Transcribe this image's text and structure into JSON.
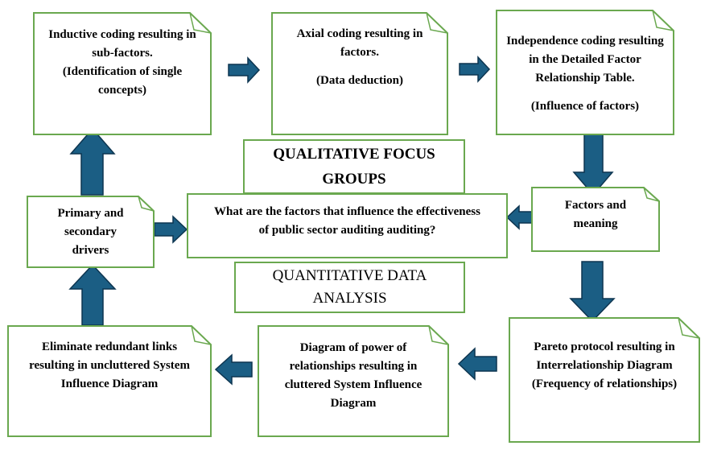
{
  "theme": {
    "border_color": "#6aa84f",
    "arrow_fill": "#1b5e84",
    "arrow_stroke": "#0d3550"
  },
  "boxes": {
    "inductive": {
      "line1": "Inductive coding resulting in sub-factors.",
      "line2": "(Identification of single concepts)"
    },
    "axial": {
      "line1": "Axial coding resulting in factors.",
      "line2": "(Data deduction)"
    },
    "independence": {
      "line1": "Independence coding resulting in the Detailed Factor Relationship Table.",
      "line2": "(Influence of factors)"
    },
    "factors_meaning": {
      "text": "Factors and meaning"
    },
    "pareto": {
      "text": "Pareto protocol resulting in Interrelationship Diagram (Frequency of relationships)"
    },
    "power_diagram": {
      "text": "Diagram of power of relationships resulting in cluttered System Influence Diagram"
    },
    "eliminate": {
      "text": "Eliminate redundant links resulting in uncluttered System Influence Diagram"
    },
    "drivers": {
      "text": "Primary and secondary drivers"
    }
  },
  "center": {
    "qualitative_title": "QUALITATIVE FOCUS GROUPS",
    "question": "What are the factors that influence the effectiveness of public sector auditing auditing?",
    "quantitative_title": "QUANTITATIVE DATA ANALYSIS"
  },
  "arrow_icons": [
    "arrow-right-icon",
    "arrow-down-icon",
    "arrow-left-icon",
    "arrow-up-icon"
  ]
}
